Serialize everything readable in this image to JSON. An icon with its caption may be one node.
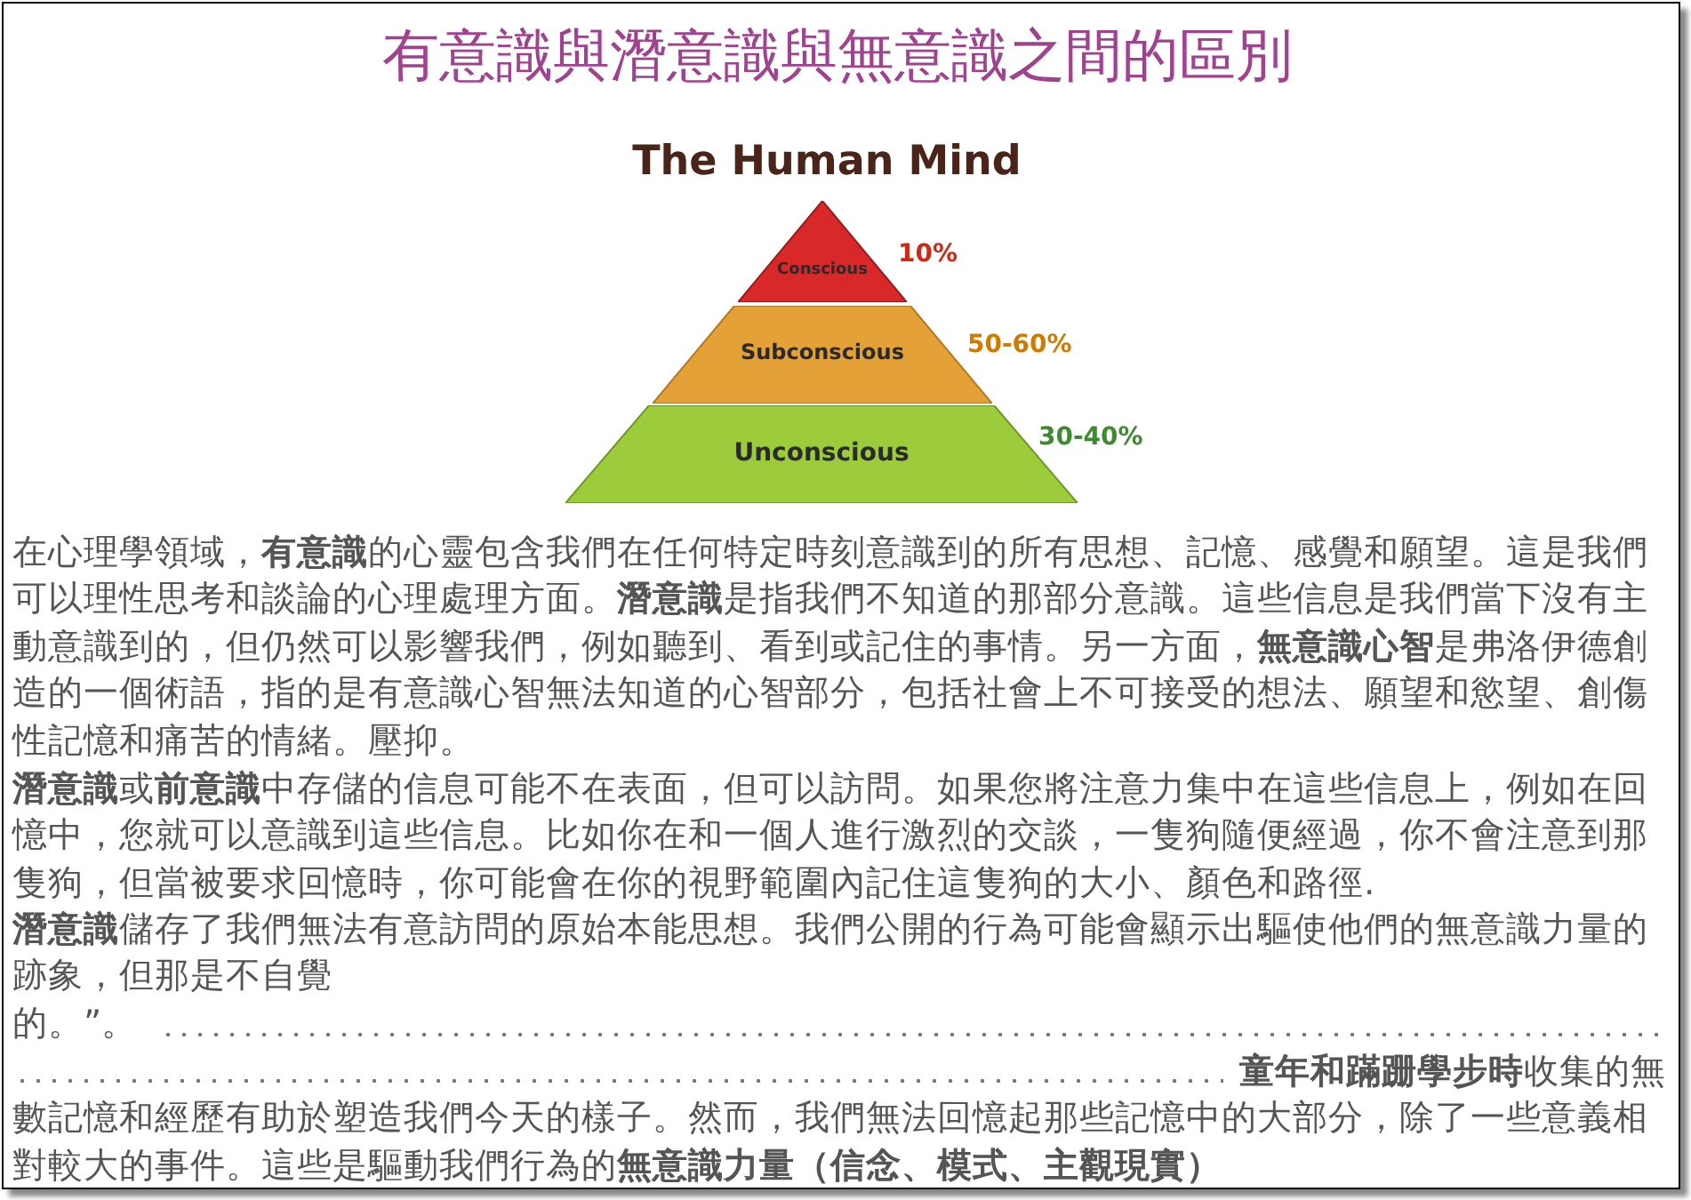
{
  "diagram": {
    "title": "有意識與潛意識與無意識之間的區別",
    "nodes": [
      {
        "text": [
          "Conscious"
        ],
        "beside": [
          "10%"
        ]
      },
      {
        "text": [
          "Subconscious"
        ],
        "beside": [
          "50-60%"
        ]
      },
      {
        "text": [
          "Unconscious"
        ],
        "beside": [
          "30-40%"
        ]
      }
    ],
    "edges": [],
    "labels": [
      "The Human Mind",
      "在心理學領域，**有意識**的心靈包含我們在任何特定時刻意識到的所有思想、記憶、感覺和願望。這是我們可以理性思考和談論的心理處理方面。**潛意識**是指我們不知道的那部分意識。這些信息是我們當下沒有主動意識到的，但仍然可以影響我們，例如聽到、看到或記住的事情。另一方面，**無意識心智**是弗洛伊德創造的一個術語，指的是有意識心智無法知道的心智部分，包括社會上不可接受的想法、願望和慾望、創傷性記憶和痛苦的情緒。壓抑。",
      "**潛意識**或**前意識**中存儲的信息可能不在表面，但可以訪問。如果您將注意力集中在這些信息上，例如在回憶中，您就可以意識到這些信息。比如你在和一個人進行激烈的交談，一隻狗隨便經過，你不會注意到那隻狗，但當被要求回憶時，你可能會在你的視野範圍內記住這隻狗的大小、顏色和路徑.",
      "**潛意識**儲存了我們無法有意訪問的原始本能思想。我們公開的行為可能會顯示出驅使他們的無意識力量的跡象，但那是不自覺",
      "的。”。",
      "**童年和蹣跚學步時**收集的無數記憶和經歷有助於塑造我們今天的樣子。然而，我們無法回憶起那些記憶中的大部分，除了一些意義相對較大的事件。這些是驅動我們行為的**無意識力量（信念、模式、主觀現實）**"
    ]
  }
}
